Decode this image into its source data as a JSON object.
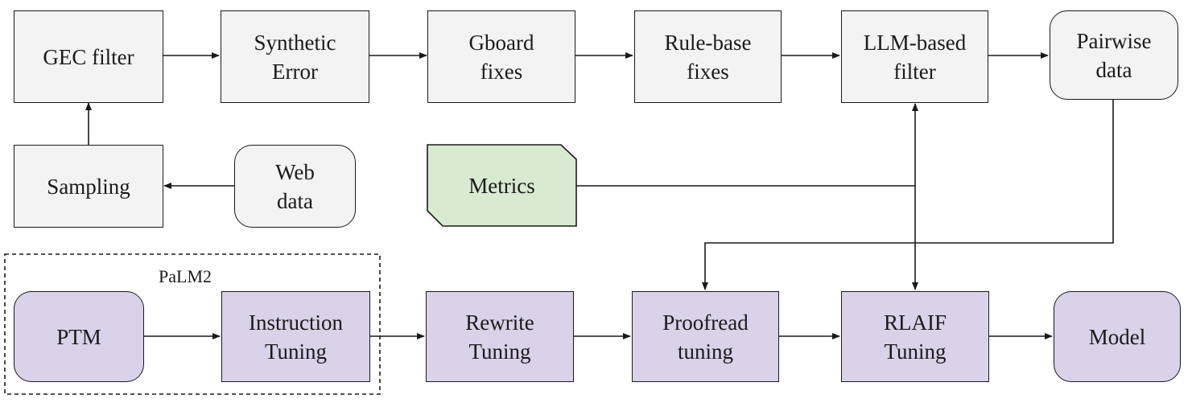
{
  "nodes": {
    "gec_filter": "GEC filter",
    "synthetic_error": "Synthetic\nError",
    "gboard_fixes": "Gboard\nfixes",
    "rulebase_fixes": "Rule-base\nfixes",
    "llm_filter": "LLM-based\nfilter",
    "pairwise_data": "Pairwise\ndata",
    "sampling": "Sampling",
    "web_data": "Web\ndata",
    "metrics": "Metrics",
    "ptm": "PTM",
    "instruction_tuning": "Instruction\nTuning",
    "rewrite_tuning": "Rewrite\nTuning",
    "proofread_tuning": "Proofread\ntuning",
    "rlaif_tuning": "RLAIF\nTuning",
    "model": "Model"
  },
  "group": {
    "label": "PaLM2"
  },
  "colors": {
    "gray_fill": "#f3f3f3",
    "purple_fill": "#d9d2e9",
    "green_fill": "#d9ead3",
    "stroke": "#1a1a1a"
  }
}
